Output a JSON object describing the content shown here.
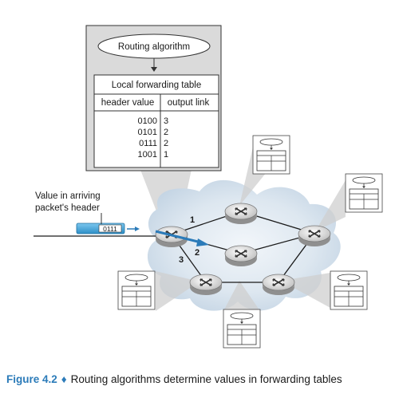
{
  "top_box": {
    "algorithm_label": "Routing algorithm",
    "table_title": "Local forwarding table",
    "col_header": "header value",
    "col_output": "output link",
    "rows": [
      {
        "header": "0100",
        "link": "3"
      },
      {
        "header": "0101",
        "link": "2"
      },
      {
        "header": "0111",
        "link": "2"
      },
      {
        "header": "1001",
        "link": "1"
      }
    ]
  },
  "annotation": {
    "line1": "Value in arriving",
    "line2": "packet's header",
    "packet_value": "0111"
  },
  "links": {
    "link1": "1",
    "link2": "2",
    "link3": "3"
  },
  "caption": {
    "figure": "Figure 4.2",
    "separator": "♦",
    "text": "Routing algorithms determine values in forwarding tables"
  },
  "colors": {
    "accent_blue": "#2b7bb9",
    "cloud": "#d5e2ee",
    "router_fill": "#e6e6e6",
    "callout": "#c9c9c9"
  }
}
